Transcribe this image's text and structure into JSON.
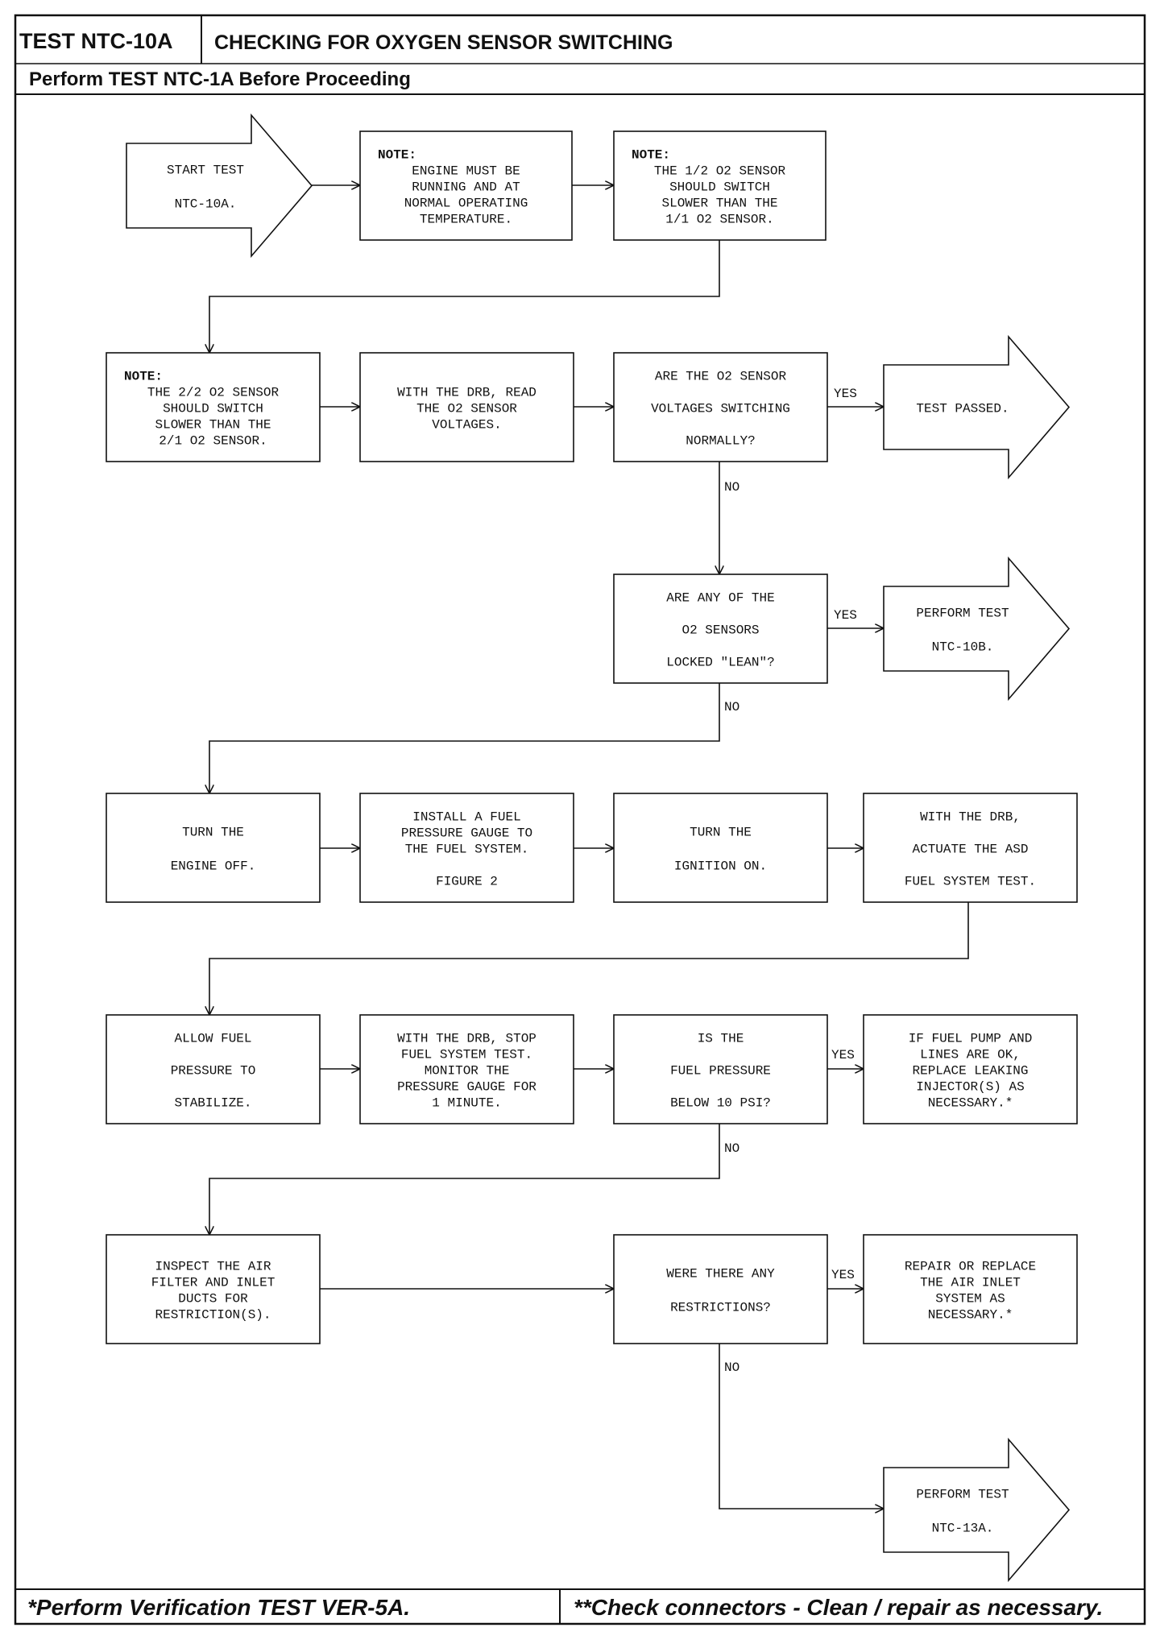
{
  "header": {
    "test_code": "TEST NTC-10A",
    "title": "CHECKING FOR OXYGEN SENSOR SWITCHING",
    "subtitle": "Perform TEST NTC-1A Before Proceeding"
  },
  "footer": {
    "left": "*Perform Verification TEST VER-5A.",
    "right": "**Check connectors - Clean / repair as necessary."
  },
  "nodes": {
    "start": {
      "lines": [
        "START TEST",
        "NTC-10A."
      ]
    },
    "note_engine": {
      "title": "NOTE:",
      "lines": [
        "ENGINE MUST BE",
        "RUNNING AND AT",
        "NORMAL OPERATING",
        "TEMPERATURE."
      ]
    },
    "note_12": {
      "title": "NOTE:",
      "lines": [
        "THE 1/2 O2 SENSOR",
        "SHOULD SWITCH",
        "SLOWER THAN THE",
        "1/1 O2 SENSOR."
      ]
    },
    "note_22": {
      "title": "NOTE:",
      "lines": [
        "THE 2/2 O2 SENSOR",
        "SHOULD SWITCH",
        "SLOWER THAN THE",
        "2/1 O2 SENSOR."
      ]
    },
    "read_o2": {
      "lines": [
        "WITH THE DRB, READ",
        "THE O2 SENSOR",
        "VOLTAGES."
      ]
    },
    "q_switching": {
      "lines": [
        "ARE THE O2 SENSOR",
        "VOLTAGES SWITCHING",
        "NORMALLY?"
      ]
    },
    "passed": {
      "lines": [
        "TEST PASSED."
      ]
    },
    "q_lean": {
      "lines": [
        "ARE ANY OF THE",
        "O2 SENSORS",
        "LOCKED \"LEAN\"?"
      ]
    },
    "perform_10b": {
      "lines": [
        "PERFORM TEST",
        "NTC-10B."
      ]
    },
    "engine_off": {
      "lines": [
        "TURN THE",
        "ENGINE OFF."
      ]
    },
    "install_gauge": {
      "lines": [
        "INSTALL A FUEL",
        "PRESSURE GAUGE TO",
        "THE FUEL SYSTEM.",
        "FIGURE 2"
      ]
    },
    "ignition_on": {
      "lines": [
        "TURN THE",
        "IGNITION ON."
      ]
    },
    "actuate_asd": {
      "lines": [
        "WITH THE DRB,",
        "ACTUATE THE ASD",
        "FUEL SYSTEM TEST."
      ]
    },
    "allow_fuel": {
      "lines": [
        "ALLOW FUEL",
        "PRESSURE TO",
        "STABILIZE."
      ]
    },
    "stop_test": {
      "lines": [
        "WITH THE DRB, STOP",
        "FUEL SYSTEM TEST.",
        "MONITOR THE",
        "PRESSURE GAUGE FOR",
        "1 MINUTE."
      ]
    },
    "q_pressure": {
      "lines": [
        "IS THE",
        "FUEL PRESSURE",
        "BELOW 10 PSI?"
      ]
    },
    "replace_injector": {
      "lines": [
        "IF FUEL PUMP AND",
        "LINES ARE OK,",
        "REPLACE LEAKING",
        "INJECTOR(S) AS",
        "NECESSARY.*"
      ]
    },
    "inspect_air": {
      "lines": [
        "INSPECT THE AIR",
        "FILTER AND INLET",
        "DUCTS FOR",
        "RESTRICTION(S)."
      ]
    },
    "q_restrictions": {
      "lines": [
        "WERE THERE ANY",
        "RESTRICTIONS?"
      ]
    },
    "repair_inlet": {
      "lines": [
        "REPAIR OR REPLACE",
        "THE AIR INLET",
        "SYSTEM AS",
        "NECESSARY.*"
      ]
    },
    "perform_13a": {
      "lines": [
        "PERFORM TEST",
        "NTC-13A."
      ]
    }
  },
  "labels": {
    "yes_switching": "YES",
    "no_switching": "NO",
    "yes_lean": "YES",
    "no_lean": "NO",
    "yes_pressure": "YES",
    "no_pressure": "NO",
    "yes_restrictions": "YES",
    "no_restrictions": "NO"
  }
}
